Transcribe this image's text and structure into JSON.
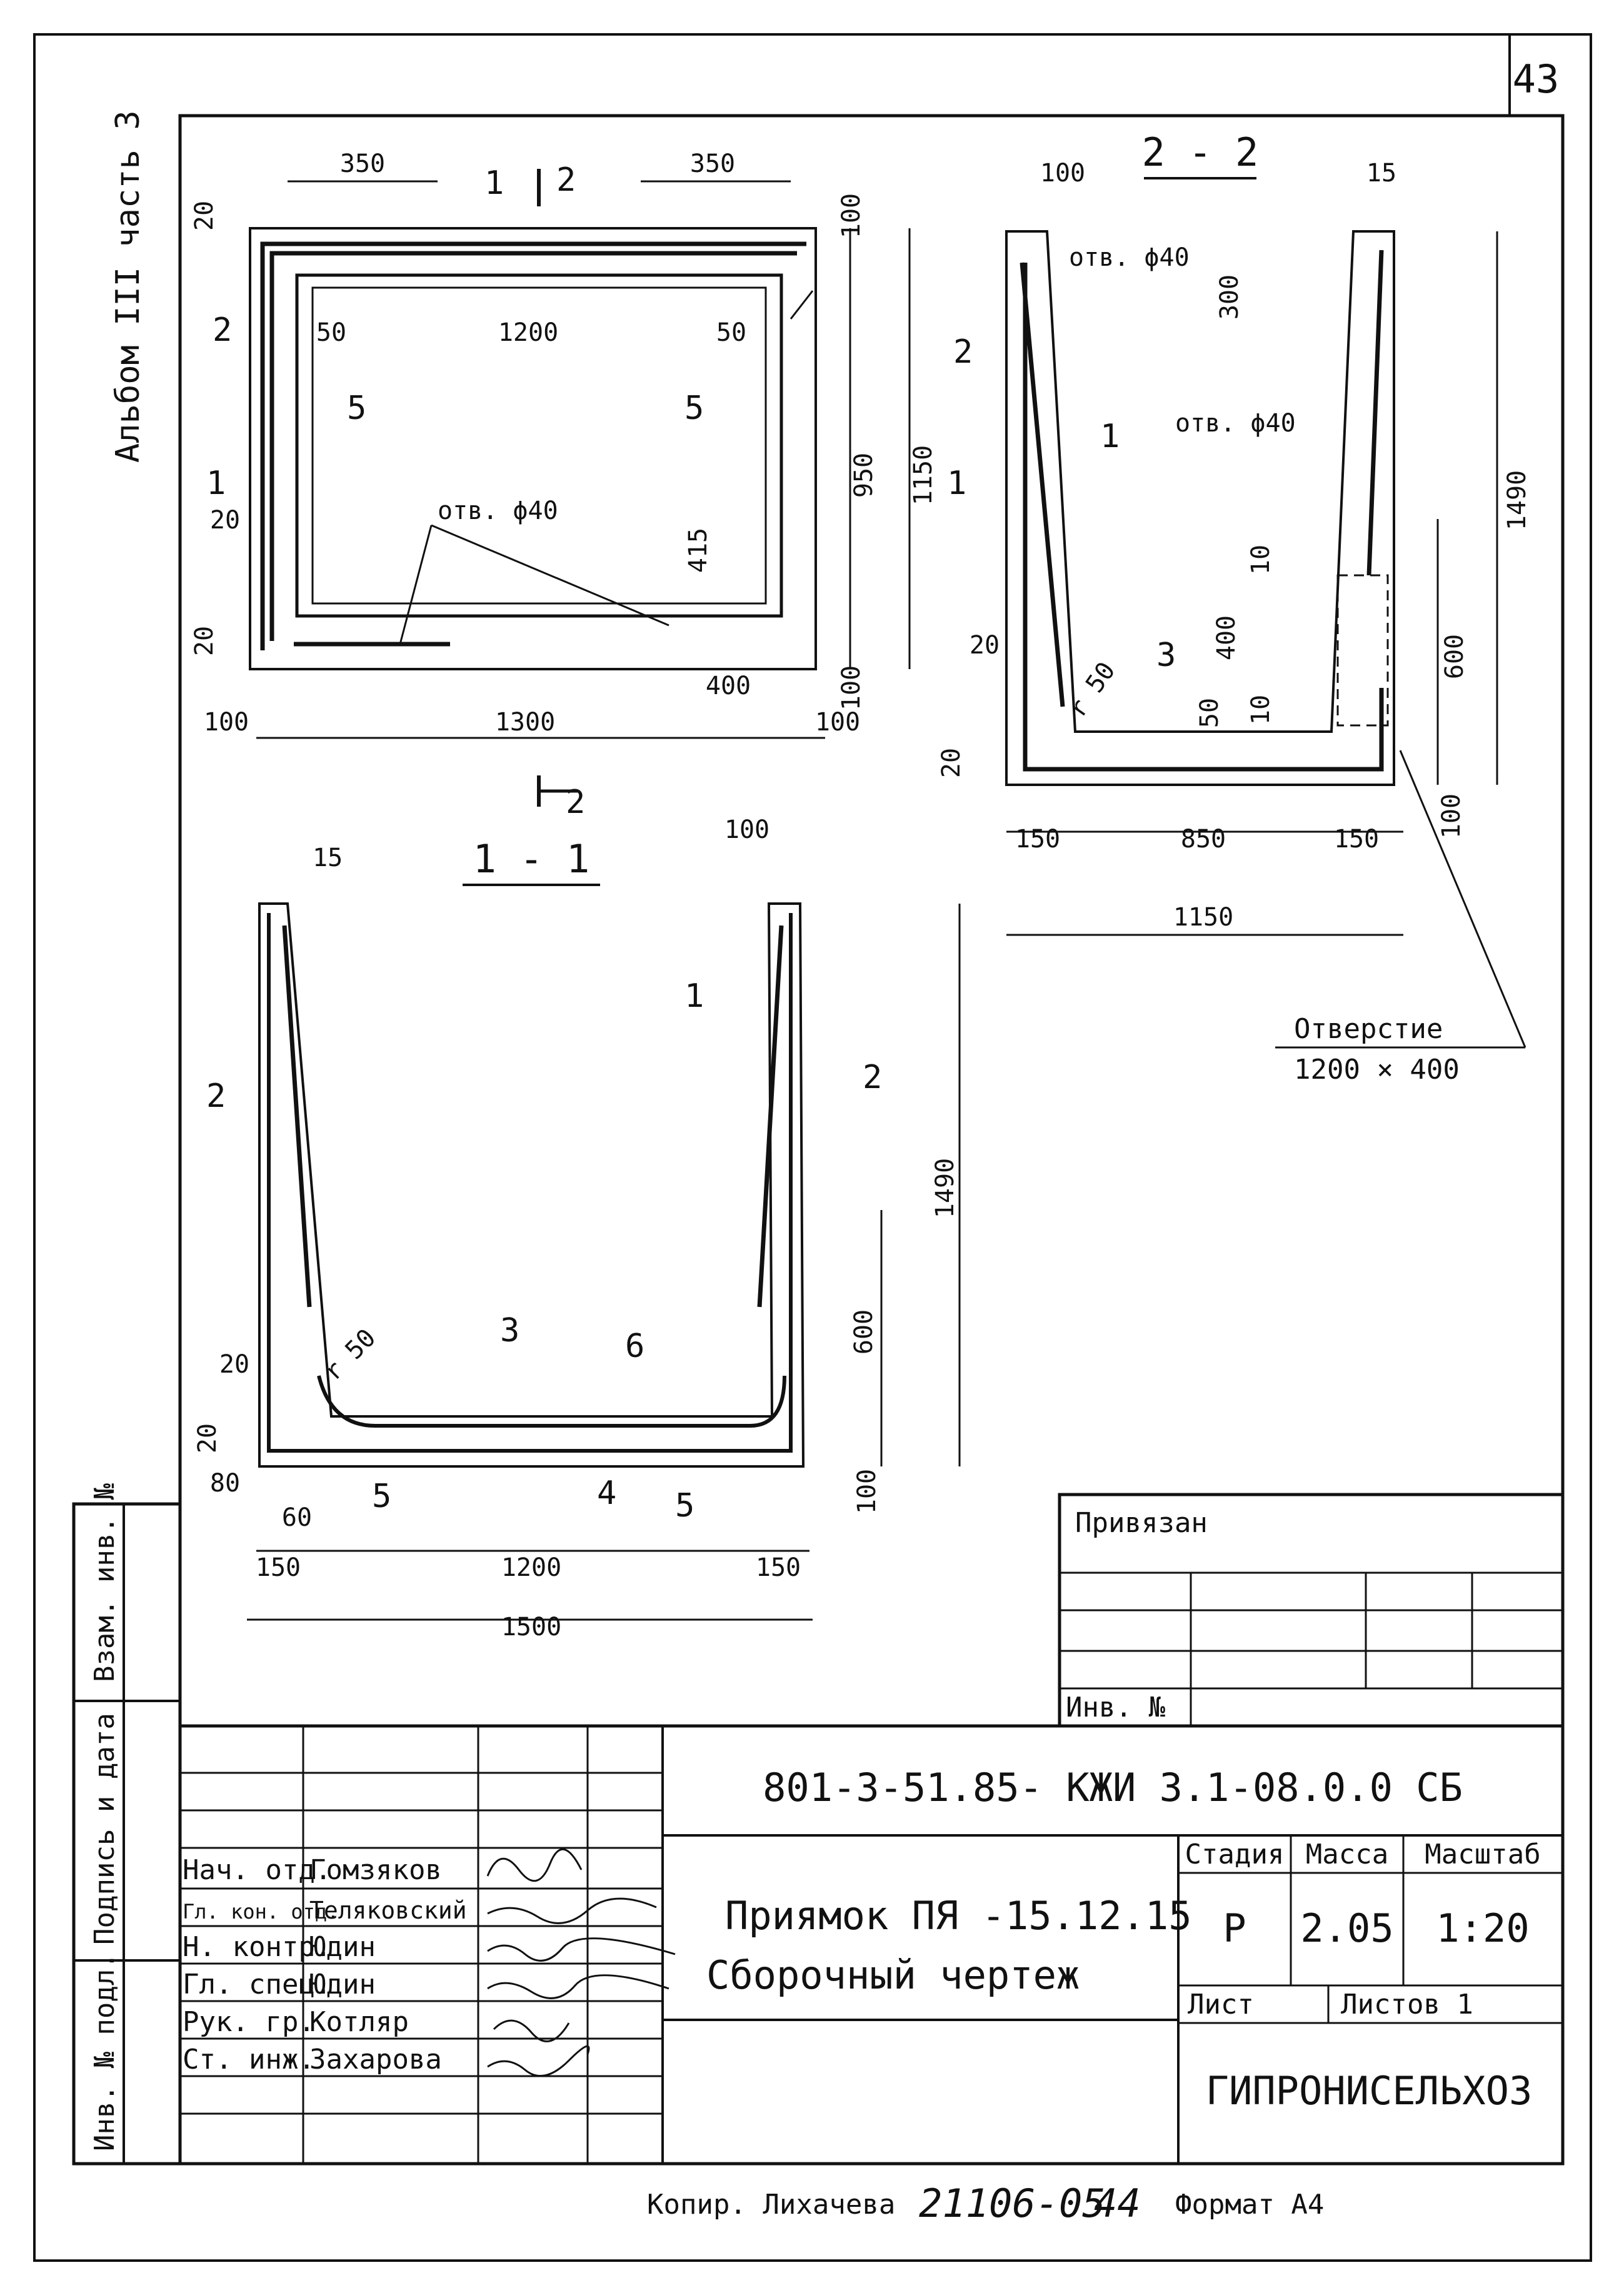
{
  "sheet_number": "43",
  "album_label": "Альбом III часть 3",
  "plan": {
    "top_dims": [
      "350",
      "350"
    ],
    "inner_dims": [
      "50",
      "1200",
      "50"
    ],
    "vertical_dims": [
      "950",
      "1150",
      "415"
    ],
    "bottom_dims": [
      "100",
      "1300",
      "100"
    ],
    "small_dims": [
      "20",
      "20",
      "20",
      "100",
      "100",
      "400"
    ],
    "hole_label": "отв. ϕ40",
    "markers": [
      "1",
      "2",
      "5",
      "5"
    ],
    "section_marks": [
      "2",
      "2",
      "1",
      "1"
    ]
  },
  "section_1_1": {
    "title": "1 - 1",
    "dims": [
      "15",
      "100",
      "1490",
      "600",
      "100",
      "20",
      "20",
      "80",
      "60"
    ],
    "bottom_dims": [
      "150",
      "1200",
      "150"
    ],
    "total_dim": "1500",
    "markers": [
      "1",
      "2",
      "2",
      "3",
      "4",
      "5",
      "5",
      "6"
    ],
    "radius": "r 50"
  },
  "section_2_2": {
    "title": "2 - 2",
    "dims": [
      "100",
      "15",
      "300",
      "1490",
      "10",
      "400",
      "10",
      "50",
      "600",
      "100",
      "20",
      "20"
    ],
    "hole_labels": [
      "отв. ϕ40",
      "отв. ϕ40"
    ],
    "bottom_dims": [
      "150",
      "850",
      "150"
    ],
    "total_dim": "1150",
    "markers": [
      "1",
      "2",
      "3"
    ],
    "radius": "r 50"
  },
  "opening_note": {
    "title": "Отверстие",
    "size": "1200 × 400"
  },
  "binding_block": {
    "title": "Привязан",
    "inv_label": "Инв. №"
  },
  "side_stamp": [
    "Взам. инв. №",
    "Подпись и дата",
    "Инв. № подл."
  ],
  "title_block": {
    "code": "801-3-51.85- КЖИ 3.1-08.0.0 СБ",
    "name_line1": "Приямок ПЯ -15.12.15",
    "name_line2": "Сборочный чертеж",
    "headers": [
      "Стадия",
      "Масса",
      "Масштаб"
    ],
    "values": [
      "Р",
      "2.05",
      "1:20"
    ],
    "sheet_label": "Лист",
    "sheets_label": "Листов 1",
    "org": "ГИПРОНИСЕЛЬХОЗ",
    "roles": [
      {
        "role": "Нач. отд.",
        "name": "Гомзяков"
      },
      {
        "role": "Гл. кон. отд.",
        "name": "Теляковский"
      },
      {
        "role": "Н. контр.",
        "name": "Юдин"
      },
      {
        "role": "Гл. спец.",
        "name": "Юдин"
      },
      {
        "role": "Рук. гр.",
        "name": "Котляр"
      },
      {
        "role": "Ст. инж.",
        "name": "Захарова"
      }
    ]
  },
  "footer": {
    "copy": "Копир. Лихачева",
    "number": "21106-05",
    "page": "44",
    "format": "Формат А4"
  }
}
